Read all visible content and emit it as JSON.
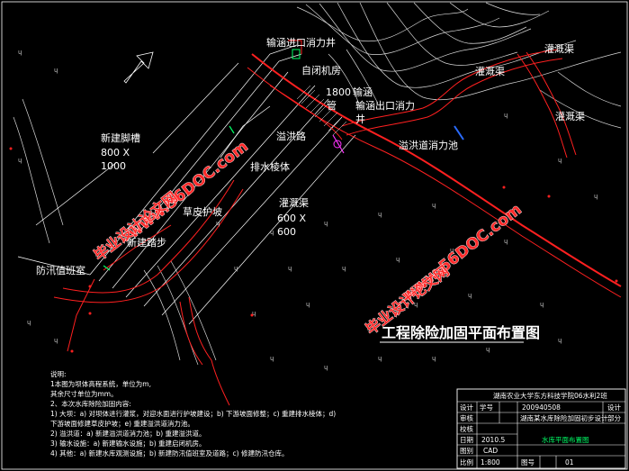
{
  "title": "工程除险加固平面布置图",
  "labels": {
    "dike_in": "输涵进口消力井",
    "self_control": "自闭机房",
    "culvert_size": "1800",
    "culvert_mark": "输涵",
    "culvert_pipe": "管",
    "dike_out": "输涵出口消力",
    "dike_out_2": "井",
    "irrigation_top_right": "灌溉渠",
    "irrigation_mid": "灌溉渠",
    "irrigation_right": "灌溉渠",
    "spillway_road": "溢洪路",
    "spillway_pool": "溢洪道消力池",
    "new_foot_wall": "新建脚槽",
    "foot_wall_size_1": "800 X",
    "foot_wall_size_2": "1000",
    "drain_prism": "排水棱体",
    "grass_slope": "草皮护坡",
    "irrigation_channel": "灌溉渠",
    "channel_size_1": "600 X",
    "channel_size_2": "600",
    "new_step": "新建踏步",
    "flood_room": "防汛值班室"
  },
  "watermarks": {
    "site_1": "www.56DOC.com",
    "thesis_1": "毕业设计论文网",
    "site_2": "www.56DOC.com",
    "thesis_2": "毕业设计论文网"
  },
  "notes": {
    "heading": "说明:",
    "lines": [
      "1本图为坝体高程系统，单位为m,",
      "其余尺寸单位为mm。",
      "2、本次水库除险加固内容:",
      "1) 大坝：a) 对坝体进行灌浆，对迎水面进行护坡建设；b) 下游坡面修整；c) 重建排水棱体；d)",
      "下游坡面修建草皮护坡；e) 重建溢洪道消力池。",
      "2) 溢洪道：a) 新建溢洪道消力池；b) 重建溢洪道。",
      "3) 输水设施：a) 新建输水设施；b) 重建启闭机房。",
      "4) 其他：a) 新建水库观测设施；b) 新建防汛值班室及道路；c) 修建防汛仓库。"
    ]
  },
  "title_block": {
    "institution": "湖南农业大学东方科技学院06水利2班",
    "r1_a": "设计",
    "r1_b": "学号",
    "r1_c": "200940508",
    "r1_d": "设计",
    "r2_a": "审核",
    "r2_b": "",
    "r2_c": "湖南某水库除险加固初步设计",
    "r2_d": "部分",
    "r3_a": "校核",
    "r4_a": "日期",
    "r4_b": "2010.5",
    "drawing_name": "水库平面布置图",
    "r5_a": "图别",
    "r5_b": "CAD",
    "r6_a": "比例",
    "r6_b": "1:800",
    "r6_c": "图号",
    "r6_d": "01"
  },
  "colors": {
    "background": "#000000",
    "line_red": "#ff2020",
    "line_white": "#ffffff",
    "watermark": "#ff2b2b",
    "highlight_green": "#00ff66",
    "accent_magenta": "#ff33ff"
  }
}
